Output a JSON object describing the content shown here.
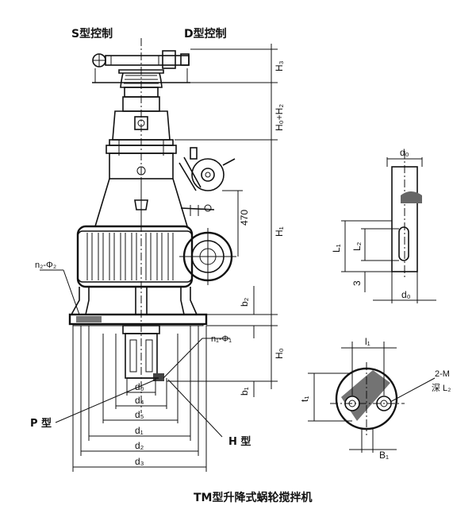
{
  "headings": {
    "s_control": "S型控制",
    "d_control": "D型控制"
  },
  "caption": "TM型升降式蜗轮搅拌机",
  "dims": {
    "H3": "H₃",
    "H0_H2": "H₀+H₂",
    "H1": "H₁",
    "H0": "H₀",
    "b2": "b₂",
    "b1": "b₁",
    "d470": "470",
    "d0": "d₀",
    "d4": "d₄",
    "d5": "d₅",
    "d1": "d₁",
    "d2": "d₂",
    "d3": "d₃",
    "n2phi2": "n₂-Φ₂",
    "n1phi1": "n₁-Φ₁",
    "p_type": "P 型",
    "h_type": "H 型"
  },
  "detail_shaft": {
    "d0_top": "d₀",
    "d0_bottom": "d₀",
    "L1": "L₁",
    "L2": "L₂",
    "n3": "3"
  },
  "detail_flange": {
    "l1": "l₁",
    "t1": "t₁",
    "B1": "B₁",
    "hole_2M": "2-M",
    "depth_L2": "深 L₂"
  }
}
